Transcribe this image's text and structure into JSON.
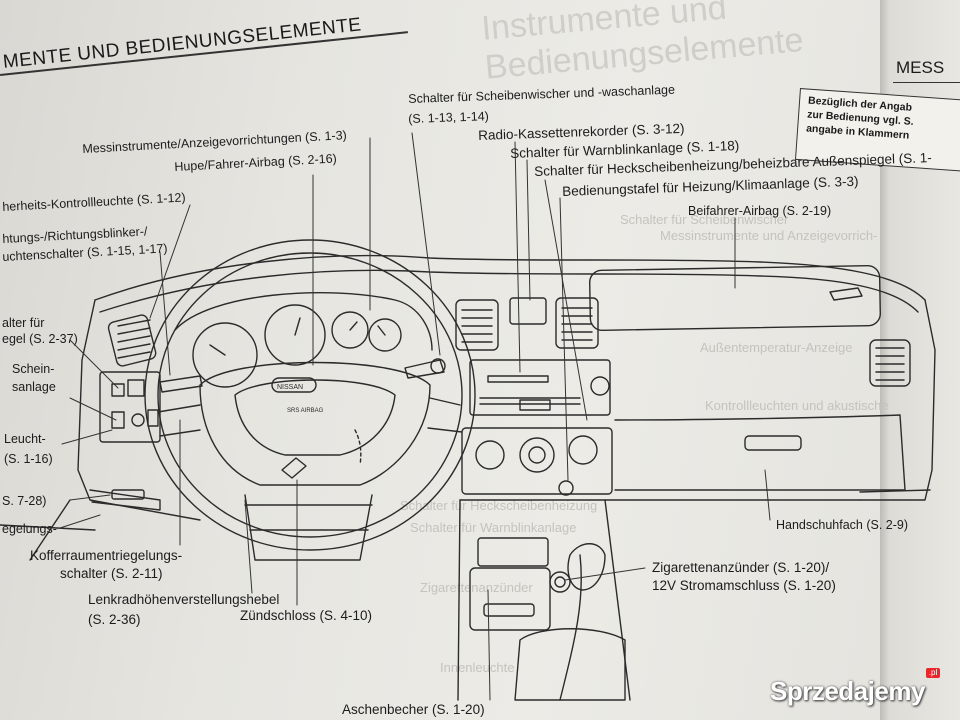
{
  "header": {
    "title": "MENTE UND BEDIENUNGSELEMENTE",
    "right_title": "MESS"
  },
  "note_box": {
    "lines": [
      "Bezüglich der Angab",
      "zur Bedienung vgl. S.",
      "angabe in Klammern"
    ]
  },
  "labels": {
    "messinstrumente": "Messinstrumente/Anzeigevorrichtungen (S. 1-3)",
    "hupe": "Hupe/Fahrer-Airbag (S. 2-16)",
    "wischer_1": "Schalter für Scheibenwischer und -waschanlage",
    "wischer_2": "(S. 1-13, 1-14)",
    "radio": "Radio-Kassettenrekorder (S. 3-12)",
    "warnblink": "Schalter für Warnblinkanlage (S. 1-18)",
    "heckscheibe": "Schalter für Heckscheibenheizung/beheizbare Außenspiegel (S. 1-",
    "bedienungstafel": "Bedienungstafel für Heizung/Klimaanlage (S. 3-3)",
    "beifahrer": "Beifahrer-Airbag (S. 2-19)",
    "sicherheit": "herheits-Kontrollleuchte (S. 1-12)",
    "blinker_1": "htungs-/Richtungsblinker-/",
    "blinker_2": "uchtenschalter (S. 1-15, 1-17)",
    "spiegel_1": "alter für",
    "spiegel_2": "egel (S. 2-37)",
    "schein_1": "Schein-",
    "schein_2": "sanlage",
    "leucht_1": "Leucht-",
    "leucht_2": "(S. 1-16)",
    "s728": "S. 7-28)",
    "egelungs": "egelungs-",
    "koffer_1": "Kofferraumentriegelungs-",
    "koffer_2": "schalter (S. 2-11)",
    "lenkrad_1": "Lenkradhöhenverstellungshebel",
    "lenkrad_2": "(S. 2-36)",
    "zuendschloss": "Zündschloss (S. 4-10)",
    "handschuh": "Handschuhfach (S. 2-9)",
    "zigarette_1": "Zigarettenanzünder (S. 1-20)/",
    "zigarette_2": "12V Stromamschluss (S. 1-20)",
    "aschenbecher": "Aschenbecher (S. 1-20)"
  },
  "drawing": {
    "hub_text": "NISSAN",
    "airbag_text": "SRS AIRBAG"
  },
  "ghost_text": {
    "headline": "Instrumente und Bedienungselemente",
    "lines": [
      "Schalter für Scheibenwischer",
      "Messinstrumente und Anzeigevorrich-",
      "Außentemperatur-Anzeige",
      "Kontrollleuchten und akustische",
      "Schalter für Heckscheibenheizung",
      "Schalter für Warnblinkanlage",
      "Zigarettenanzünder",
      "Innenleuchte"
    ]
  },
  "watermark": {
    "text": "Sprzedajemy",
    "suffix": ".pl"
  }
}
